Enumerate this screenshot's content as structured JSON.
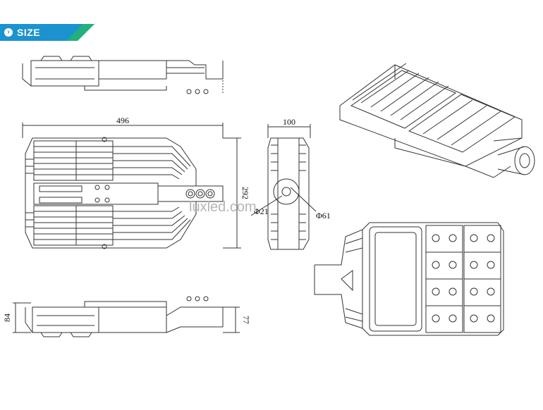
{
  "banner": {
    "title": "SIZE",
    "icon": "chevron-right-icon",
    "color": "#1b93cf",
    "accent": "#22b17a"
  },
  "dimensions": {
    "top_width": "496",
    "top_height": "292",
    "side_width": "100",
    "bottom_left_height": "84",
    "bottom_right_height": "77",
    "diam_small": "Φ21",
    "diam_large": "Φ61"
  },
  "watermark": "luxled.com"
}
